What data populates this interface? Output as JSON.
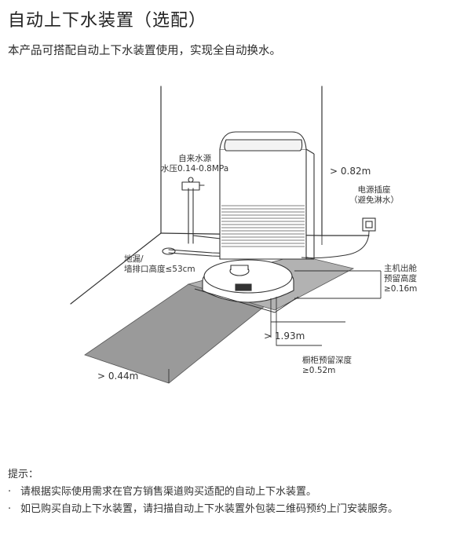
{
  "header": {
    "title": "自动上下水装置（选配）",
    "subtitle": "本产品可搭配自动上下水装置使用，实现全自动换水。"
  },
  "diagram": {
    "water_source_label": [
      "自来水源",
      "水压0.14-0.8MPa"
    ],
    "height_label": "> 0.82m",
    "power_label": [
      "电源插座",
      "（避免淋水）"
    ],
    "drain_label": [
      "地漏/",
      "墙排口高度≤53cm"
    ],
    "robot_clearance_label": [
      "主机出舱",
      "预留高度",
      "≥0.16m"
    ],
    "depth_label": "> 1.93m",
    "cabinet_label": [
      "橱柜预留深度",
      "≥0.52m"
    ],
    "width_label": "> 0.44m"
  },
  "tips": {
    "heading": "提示：",
    "bullet": "·",
    "items": [
      "请根据实际使用需求在官方销售渠道购买适配的自动上下水装置。",
      "如已购买自动上下水装置，请扫描自动上下水装置外包装二维码预约上门安装服务。"
    ]
  }
}
